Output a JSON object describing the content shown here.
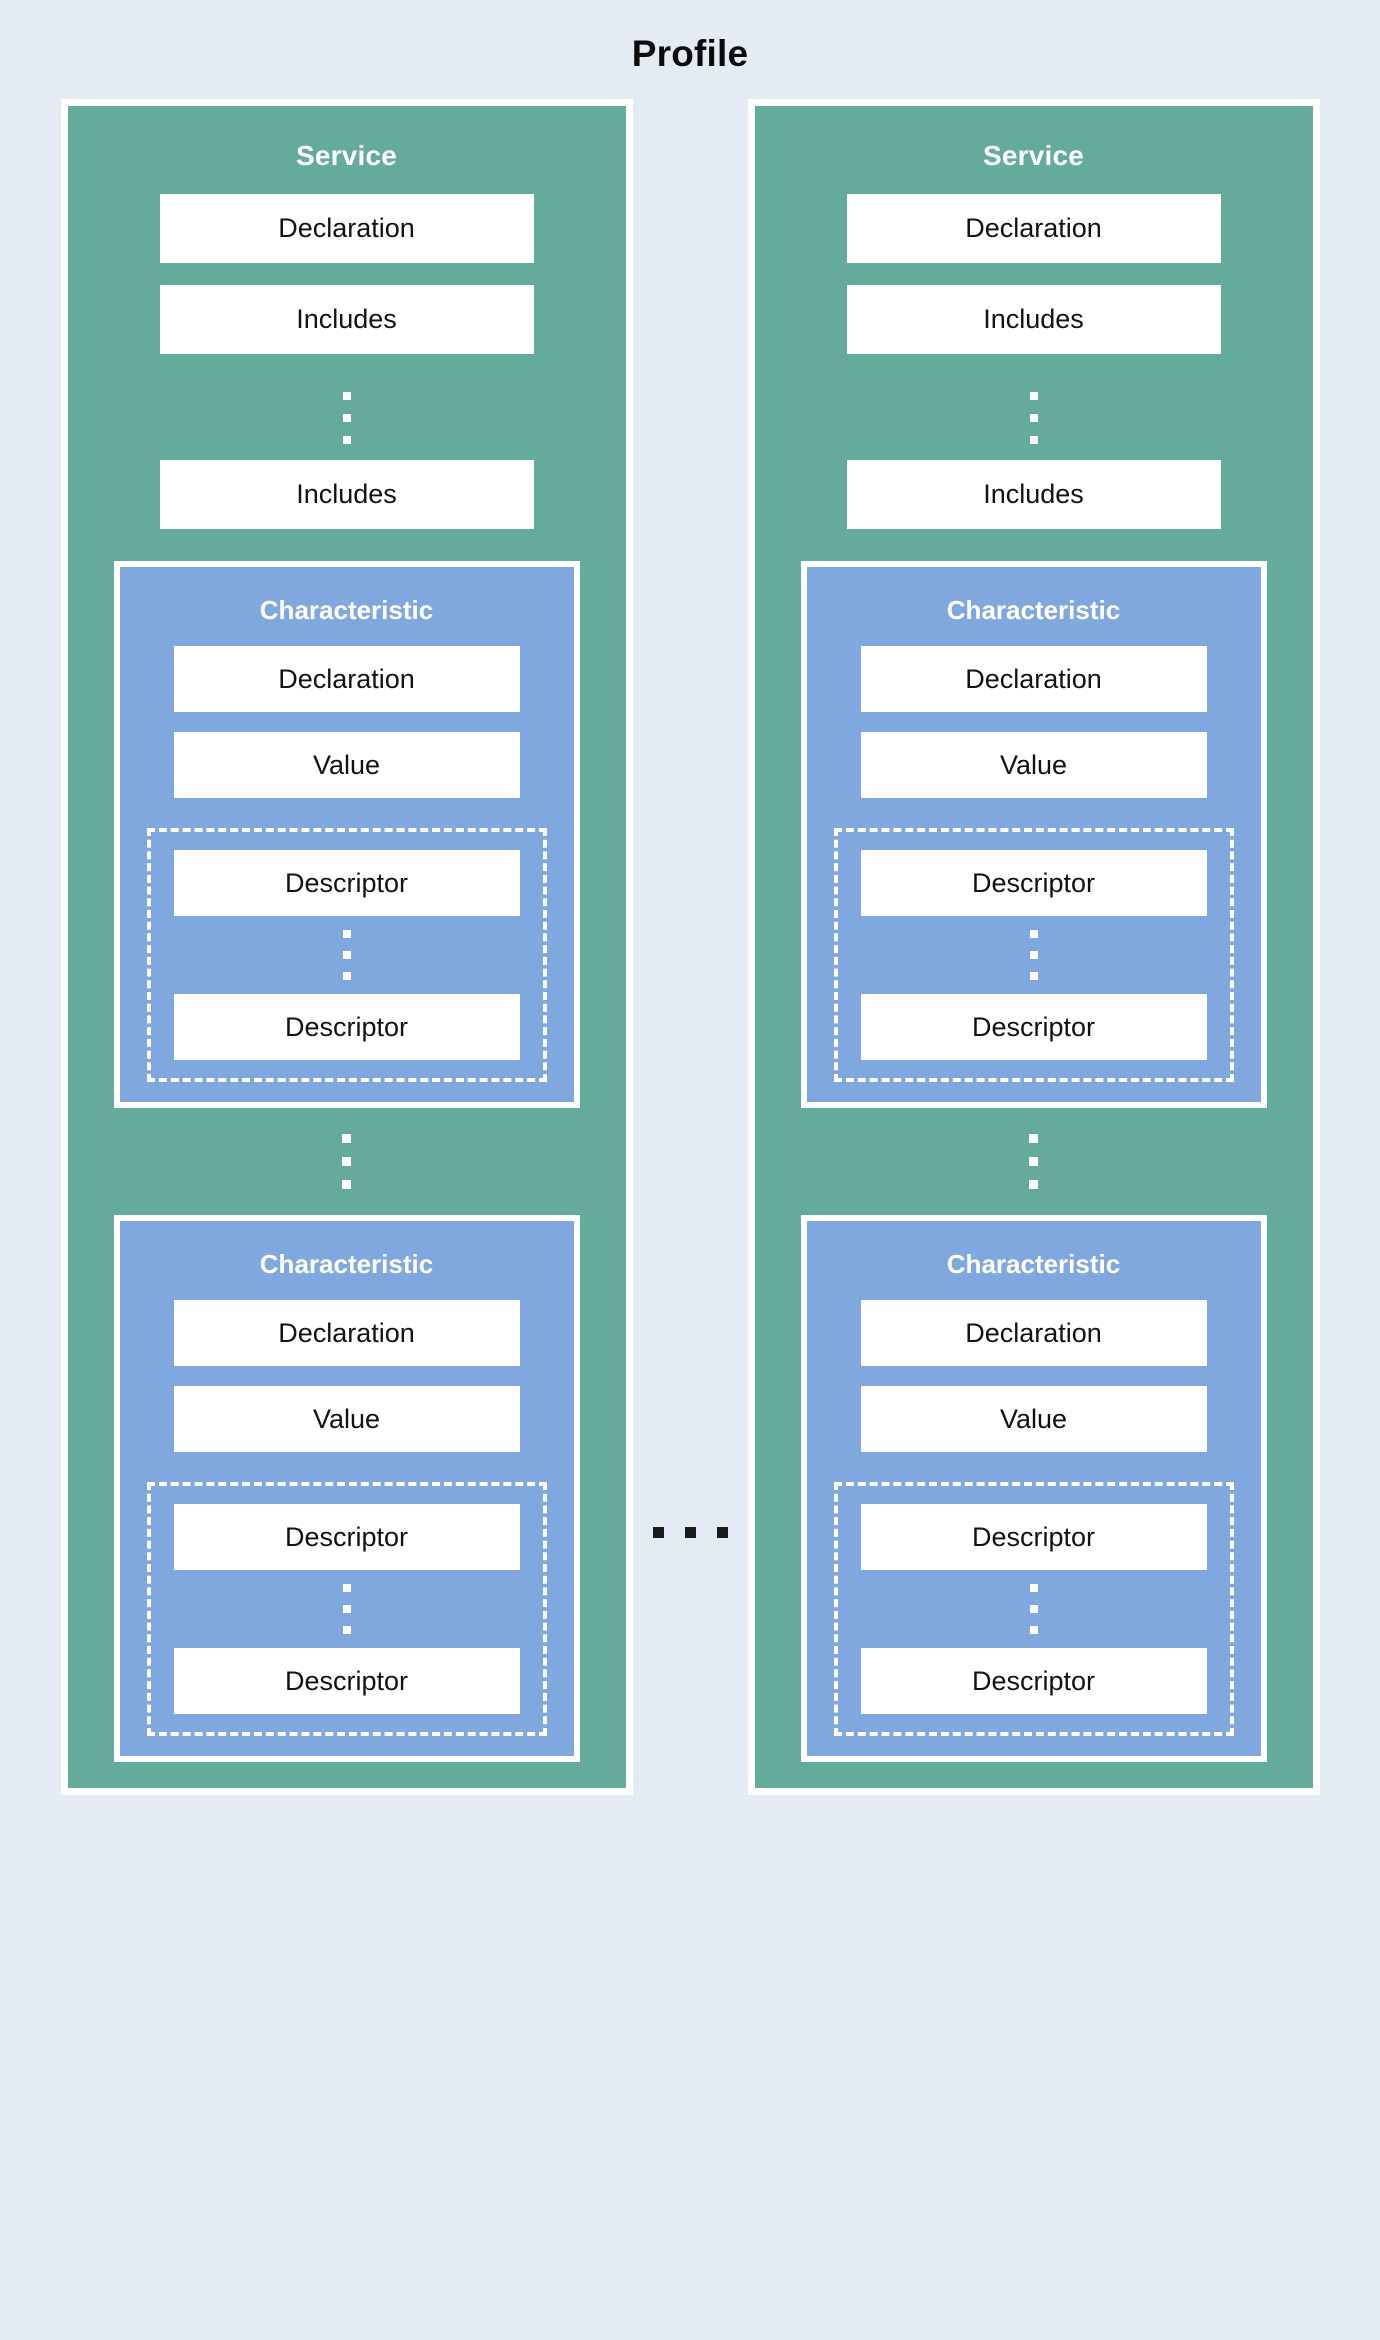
{
  "page": {
    "title": "Profile",
    "background_color": "#e5ebf3"
  },
  "colors": {
    "service_fill": "#64ab9b",
    "characteristic_fill": "#80a8de",
    "box_fill": "#ffffff",
    "border": "#ffffff",
    "text_dark": "#121212",
    "text_light": "#ffffff",
    "ellipsis_dark": "#1a1a1a"
  },
  "labels": {
    "service": "Service",
    "declaration": "Declaration",
    "includes": "Includes",
    "characteristic": "Characteristic",
    "value": "Value",
    "descriptor": "Descriptor"
  },
  "diagram": {
    "type": "nested-block-diagram",
    "root": "Profile",
    "services": [
      {
        "title": "Service",
        "items": [
          {
            "label": "Declaration",
            "kind": "box"
          },
          {
            "label": "Includes",
            "kind": "box"
          },
          {
            "label": "",
            "kind": "vertical-ellipsis"
          },
          {
            "label": "Includes",
            "kind": "box"
          }
        ],
        "characteristics": [
          {
            "title": "Characteristic",
            "items": [
              {
                "label": "Declaration",
                "kind": "box"
              },
              {
                "label": "Value",
                "kind": "box"
              }
            ],
            "descriptors": [
              {
                "label": "Descriptor",
                "kind": "box"
              },
              {
                "label": "",
                "kind": "vertical-ellipsis"
              },
              {
                "label": "Descriptor",
                "kind": "box"
              }
            ]
          },
          {
            "title": "Characteristic",
            "items": [
              {
                "label": "Declaration",
                "kind": "box"
              },
              {
                "label": "Value",
                "kind": "box"
              }
            ],
            "descriptors": [
              {
                "label": "Descriptor",
                "kind": "box"
              },
              {
                "label": "",
                "kind": "vertical-ellipsis"
              },
              {
                "label": "Descriptor",
                "kind": "box"
              }
            ]
          }
        ]
      },
      {
        "title": "Service",
        "items": [
          {
            "label": "Declaration",
            "kind": "box"
          },
          {
            "label": "Includes",
            "kind": "box"
          },
          {
            "label": "",
            "kind": "vertical-ellipsis"
          },
          {
            "label": "Includes",
            "kind": "box"
          }
        ],
        "characteristics": [
          {
            "title": "Characteristic",
            "items": [
              {
                "label": "Declaration",
                "kind": "box"
              },
              {
                "label": "Value",
                "kind": "box"
              }
            ],
            "descriptors": [
              {
                "label": "Descriptor",
                "kind": "box"
              },
              {
                "label": "",
                "kind": "vertical-ellipsis"
              },
              {
                "label": "Descriptor",
                "kind": "box"
              }
            ]
          },
          {
            "title": "Characteristic",
            "items": [
              {
                "label": "Declaration",
                "kind": "box"
              },
              {
                "label": "Value",
                "kind": "box"
              }
            ],
            "descriptors": [
              {
                "label": "Descriptor",
                "kind": "box"
              },
              {
                "label": "",
                "kind": "vertical-ellipsis"
              },
              {
                "label": "Descriptor",
                "kind": "box"
              }
            ]
          }
        ]
      }
    ],
    "between_services_ellipsis": "horizontal-ellipsis"
  }
}
